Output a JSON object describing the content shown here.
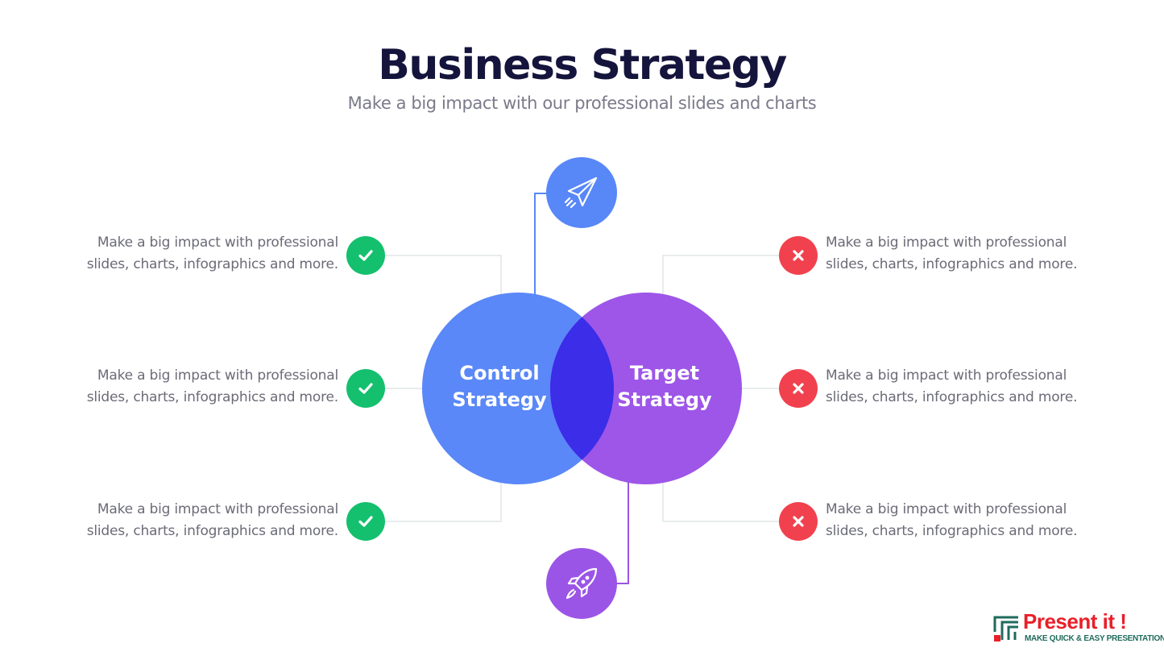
{
  "header": {
    "title": "Business Strategy",
    "subtitle": "Make a big impact with our professional slides and charts"
  },
  "venn": {
    "left_label": [
      "Control",
      "Strategy"
    ],
    "right_label": [
      "Target",
      "Strategy"
    ],
    "left_color": "#5a88f8",
    "right_color": "#9d56e8",
    "overlap_color": "#3b2de8"
  },
  "left_items": [
    {
      "lines": [
        "Make a big impact with professional",
        "slides, charts, infographics and more."
      ],
      "icon": "check-icon"
    },
    {
      "lines": [
        "Make a big impact with professional",
        "slides, charts, infographics and more."
      ],
      "icon": "check-icon"
    },
    {
      "lines": [
        "Make a big impact with professional",
        "slides, charts, infographics and more."
      ],
      "icon": "check-icon"
    }
  ],
  "right_items": [
    {
      "lines": [
        "Make a big impact with professional",
        "slides, charts, infographics and more."
      ],
      "icon": "x-icon"
    },
    {
      "lines": [
        "Make a big impact with professional",
        "slides, charts, infographics and more."
      ],
      "icon": "x-icon"
    },
    {
      "lines": [
        "Make a big impact with professional",
        "slides, charts, infographics and more."
      ],
      "icon": "x-icon"
    }
  ],
  "nodes": {
    "top_icon": "paper-plane-icon",
    "bottom_icon": "rocket-icon"
  },
  "logo": {
    "name": "Present it !",
    "tagline": "MAKE QUICK & EASY PRESENTATIONS"
  },
  "colors": {
    "check": "#14c06e",
    "cross": "#f2414e",
    "title": "#14143c"
  }
}
